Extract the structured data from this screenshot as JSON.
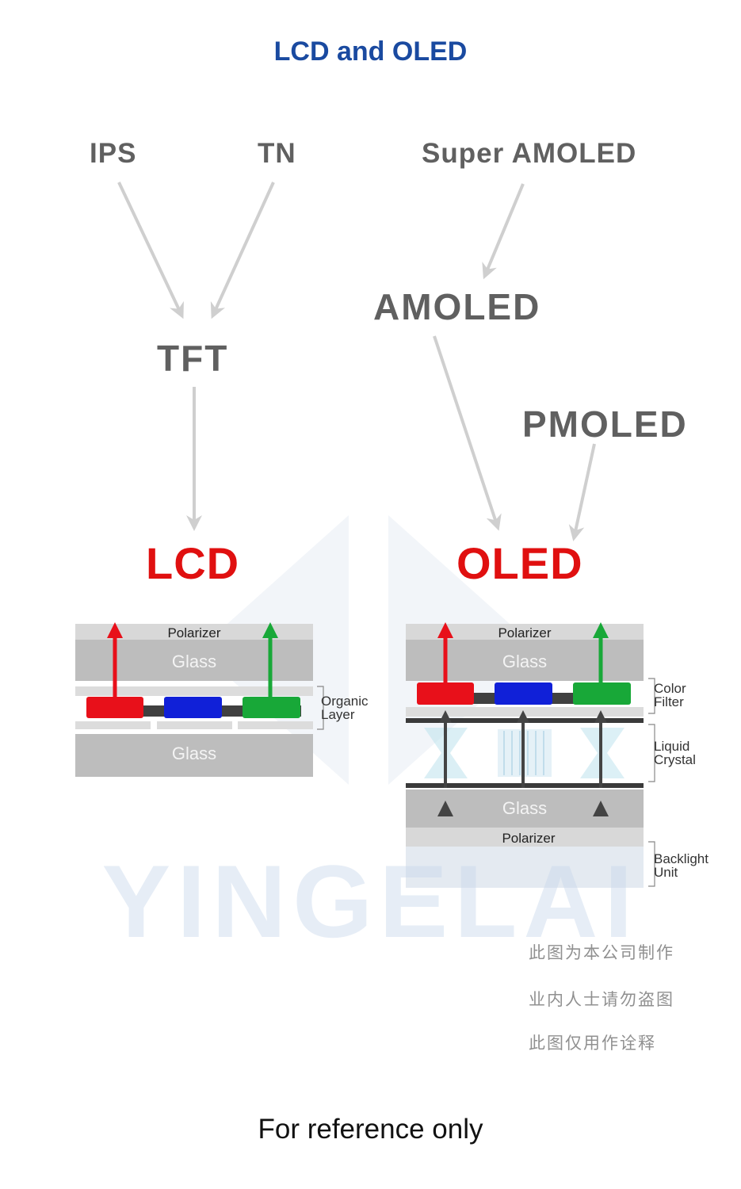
{
  "title": "LCD and OLED",
  "nodes": {
    "ips": "IPS",
    "tn": "TN",
    "super_amoled": "Super AMOLED",
    "tft": "TFT",
    "amoled": "AMOLED",
    "pmoled": "PMOLED",
    "lcd": "LCD",
    "oled": "OLED"
  },
  "lcd_stack": {
    "polarizer": "Polarizer",
    "glass_top": "Glass",
    "glass_bottom": "Glass",
    "organic_layer": "Organic\nLayer"
  },
  "oled_stack": {
    "polarizer_top": "Polarizer",
    "glass_top": "Glass",
    "glass_bottom": "Glass",
    "polarizer_bottom": "Polarizer",
    "color_filter": "Color\nFilter",
    "liquid_crystal": "Liquid\nCrystal",
    "backlight_unit": "Backlight\nUnit"
  },
  "watermark": "YINGELAI",
  "chinese_notes": [
    "此图为本公司制作",
    "业内人士请勿盗图",
    "此图仅用作诠释"
  ],
  "footer": "For reference only",
  "colors": {
    "title_blue": "#1a4aa0",
    "node_gray": "#606060",
    "accent_red": "#e01010",
    "arrow_gray": "#cfcfcf",
    "pixel_red": "#e8101a",
    "pixel_blue": "#1020d8",
    "pixel_green": "#18a838"
  }
}
